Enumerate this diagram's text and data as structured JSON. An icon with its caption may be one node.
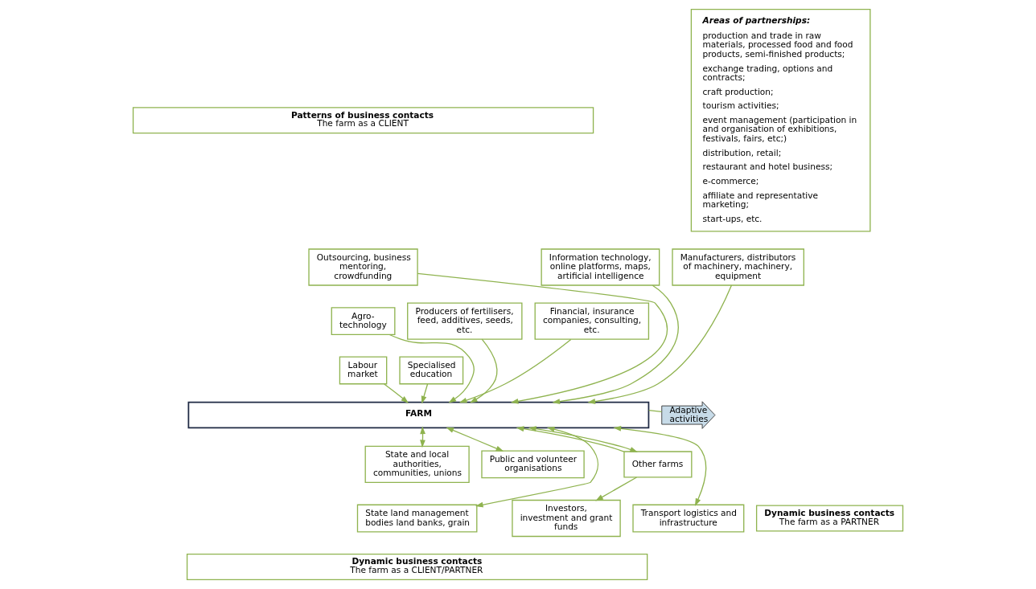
{
  "diagram": {
    "nodes": [
      {
        "text": [
          "Patterns of business contacts",
          "The farm as a CLIENT"
        ]
      },
      {
        "text": [
          "Outsourcing, business mentoring, crowdfunding"
        ]
      },
      {
        "text": [
          "Information technology, online platforms, maps, artificial intelligence"
        ]
      },
      {
        "text": [
          "Manufacturers, distributors of machinery, machinery, equipment"
        ]
      },
      {
        "text": [
          "Agro-technology"
        ]
      },
      {
        "text": [
          "Producers of fertilisers, feed, additives, seeds, etc."
        ]
      },
      {
        "text": [
          "Financial, insurance companies, consulting, etc."
        ]
      },
      {
        "text": [
          "Labour market"
        ]
      },
      {
        "text": [
          "Specialised education"
        ]
      },
      {
        "text": [
          "FARM"
        ]
      },
      {
        "text": [
          "Adaptive activities"
        ]
      },
      {
        "text": [
          "State and local authorities, communities, unions"
        ]
      },
      {
        "text": [
          "Public and volunteer organisations"
        ]
      },
      {
        "text": [
          "Other farms"
        ]
      },
      {
        "text": [
          "State land management bodies land banks, grain"
        ]
      },
      {
        "text": [
          "Investors, investment and grant funds"
        ]
      },
      {
        "text": [
          "Transport logistics and infrastructure"
        ]
      },
      {
        "text": [
          "Dynamic business contacts",
          "The farm as a CLIENT/PARTNER"
        ]
      },
      {
        "text": [
          "Areas of partnerships:",
          "production and trade in raw materials, processed food and food products, semi-finished products;",
          "exchange trading, options and contracts;",
          "craft production;",
          "tourism activities;",
          "event management (participation in and organisation of exhibitions, festivals, fairs, etc;)",
          "distribution, retail;",
          "restaurant and hotel business;",
          "e-commerce;",
          "affiliate and representative marketing;",
          "start-ups, etc."
        ]
      },
      {
        "text": [
          "Dynamic business contacts",
          "The farm as a PARTNER"
        ]
      }
    ],
    "edges": [
      {
        "from": 4,
        "to": 9,
        "arrow": "to"
      },
      {
        "from": 1,
        "to": 9,
        "arrow": "to"
      },
      {
        "from": 5,
        "to": 9,
        "arrow": "to"
      },
      {
        "from": 7,
        "to": 9,
        "arrow": "to"
      },
      {
        "from": 2,
        "to": 9,
        "arrow": "to"
      },
      {
        "from": 8,
        "to": 9,
        "arrow": "to"
      },
      {
        "from": 6,
        "to": 9,
        "arrow": "to"
      },
      {
        "from": 3,
        "to": 9,
        "arrow": "to"
      },
      {
        "from": 9,
        "to": 10,
        "arrow": "none"
      },
      {
        "from": 11,
        "to": 9,
        "arrow": "both"
      },
      {
        "from": 9,
        "to": 14,
        "arrow": "both"
      },
      {
        "from": 12,
        "to": 9,
        "arrow": "both"
      },
      {
        "from": 13,
        "to": 9,
        "arrow": "to"
      },
      {
        "from": 13,
        "to": 15,
        "arrow": "to"
      },
      {
        "from": 13,
        "to": 9,
        "arrow": "both"
      },
      {
        "from": 9,
        "to": 16,
        "arrow": "both"
      }
    ]
  }
}
